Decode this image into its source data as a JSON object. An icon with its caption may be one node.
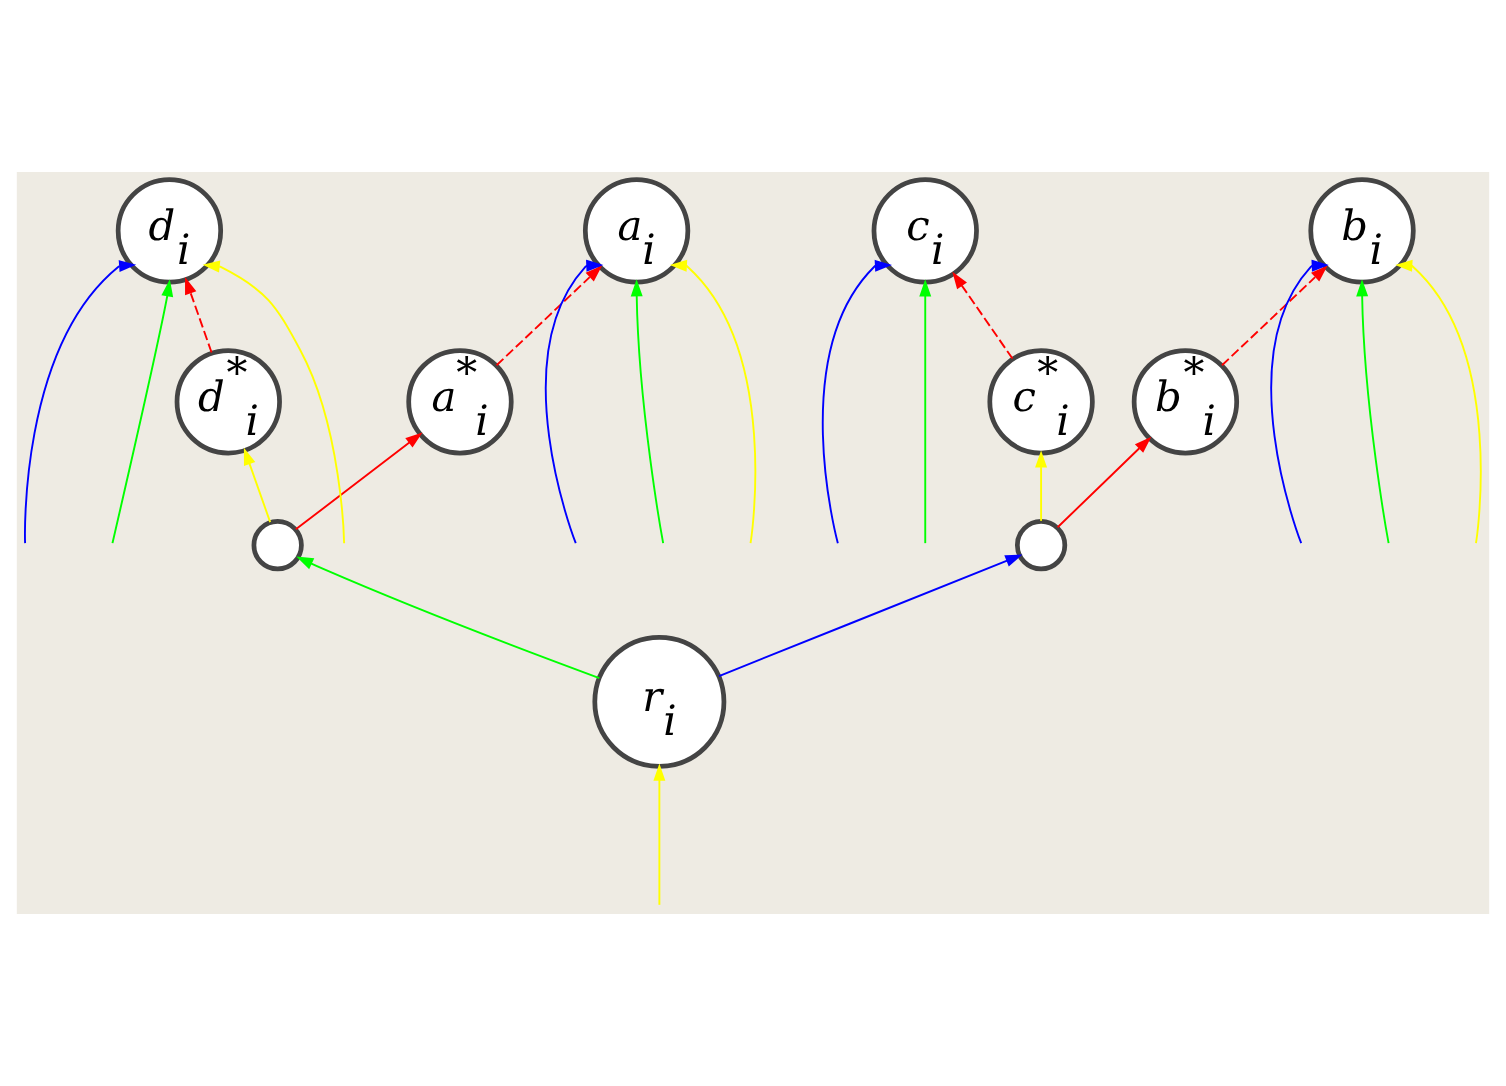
{
  "diagram": {
    "nodes": [
      {
        "text": [
          "d$_{i}$"
        ]
      },
      {
        "text": [
          "c$_{i}$"
        ]
      },
      {
        "text": [
          "b$_{i}$"
        ]
      },
      {
        "text": [
          "a$_{i}$"
        ]
      },
      {
        "text": [
          "d$^{*}$$_{i}$"
        ]
      },
      {
        "text": [
          "a$^{*}$$_{i}$"
        ]
      },
      {
        "text": [
          "c$^{*}$$_{i}$"
        ]
      },
      {
        "text": [
          "b$^{*}$$_{i}$"
        ]
      },
      {
        "text": [],
        "shape": "circle"
      },
      {
        "text": [],
        "shape": "circle"
      },
      {
        "text": [
          "r$_{i}$"
        ]
      }
    ],
    "edges": [
      {
        "from": null,
        "to": 0,
        "arrow": "to",
        "color": "#ffff00"
      },
      {
        "from": null,
        "to": 2,
        "arrow": "to",
        "color": "#ffff00"
      },
      {
        "from": null,
        "to": 3,
        "arrow": "to",
        "color": "#ffff00"
      },
      {
        "from": null,
        "to": 0,
        "arrow": "to",
        "color": "#0000ff"
      },
      {
        "from": null,
        "to": 1,
        "arrow": "to",
        "color": "#0000ff"
      },
      {
        "from": null,
        "to": 2,
        "arrow": "to",
        "color": "#0000ff"
      },
      {
        "from": null,
        "to": 3,
        "arrow": "to",
        "color": "#0000ff"
      },
      {
        "from": null,
        "to": 0,
        "arrow": "to",
        "color": "#00ff00"
      },
      {
        "from": null,
        "to": 1,
        "arrow": "to",
        "color": "#00ff00"
      },
      {
        "from": null,
        "to": 2,
        "arrow": "to",
        "color": "#00ff00"
      },
      {
        "from": null,
        "to": 3,
        "arrow": "to",
        "color": "#00ff00"
      },
      {
        "from": 4,
        "to": 0,
        "arrow": "to",
        "style": "dashed",
        "color": "#ff0000"
      },
      {
        "from": 5,
        "to": 3,
        "arrow": "to",
        "style": "dashed",
        "color": "#ff0000"
      },
      {
        "from": 6,
        "to": 1,
        "arrow": "to",
        "style": "dashed",
        "color": "#ff0000"
      },
      {
        "from": 7,
        "to": 2,
        "arrow": "to",
        "style": "dashed",
        "color": "#ff0000"
      },
      {
        "from": 8,
        "to": 4,
        "arrow": "to",
        "color": "#ffff00"
      },
      {
        "from": 8,
        "to": 5,
        "arrow": "to",
        "color": "#ff0000"
      },
      {
        "from": 9,
        "to": 6,
        "arrow": "to",
        "color": "#ffff00"
      },
      {
        "from": 9,
        "to": 7,
        "arrow": "to",
        "color": "#ff0000"
      },
      {
        "from": 10,
        "to": 8,
        "arrow": "to",
        "color": "#00ff00"
      },
      {
        "from": 10,
        "to": 9,
        "arrow": "to",
        "color": "#0000ff"
      },
      {
        "from": null,
        "to": 10,
        "arrow": "to",
        "color": "#ffff00"
      }
    ]
  }
}
